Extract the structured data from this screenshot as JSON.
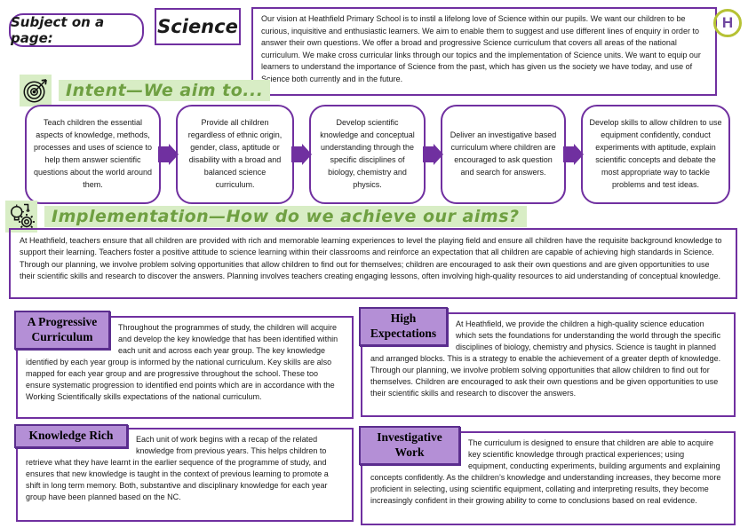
{
  "colors": {
    "border_purple": "#7030a0",
    "label_fill_purple": "#b48fd6",
    "label_border_purple": "#5b2d8e",
    "heading_green": "#6fa042",
    "highlight_green": "#d8edc5",
    "logo_ring_olive": "#b6c235"
  },
  "icons": {
    "intent": "target-icon",
    "implementation": "lightbulb-gear-icon"
  },
  "header": {
    "subject_label": "Subject on a page:",
    "subject_name": "Science",
    "logo_letter": "H",
    "vision": "Our vision at Heathfield Primary School is to instil a lifelong love of Science within our pupils.  We want our children to be curious, inquisitive and enthusiastic learners.   We aim to enable them to suggest and use different lines of enquiry in order to answer their own questions. We offer a broad and progressive Science curriculum that covers all areas of the national curriculum.  We make cross curricular links through our topics and the implementation of Science units.  We want to equip our learners to understand the importance of Science from the past, which has given us the society we have today, and use of Science both currently and in the future."
  },
  "intent": {
    "heading": "Intent—We aim to...",
    "aims": [
      "Teach children the essential aspects of knowledge, methods, processes and uses of science to help them answer scientific questions about the world around them.",
      "Provide all children regardless of ethnic origin, gender, class, aptitude or disability with a broad and balanced science curriculum.",
      "Develop scientific knowledge and conceptual understanding through the specific disciplines of biology, chemistry and physics.",
      "Deliver an investigative based curriculum where children are encouraged to ask question and search for answers.",
      "Develop skills to allow children to use equipment confidently, conduct experiments with aptitude, explain scientific concepts and debate the most appropriate way to tackle problems and  test ideas."
    ]
  },
  "implementation": {
    "heading": "Implementation—How do we achieve our aims?",
    "overview": "At Heathfield, teachers ensure that all children are provided with rich and memorable learning experiences to level the playing field and ensure all children have the requisite background knowledge to support their learning.  Teachers foster a positive attitude to science learning within their classrooms and reinforce an expectation that all children are capable of achieving high standards in Science. Through our planning, we involve problem solving opportunities that allow children to find out for themselves; children are encouraged to ask their own questions and are given opportunities to use their scientific skills and research to discover the answers. Planning involves teachers creating engaging lessons, often involving high-quality resources to aid understanding of conceptual knowledge.",
    "sections": [
      {
        "title": "A Progressive Curriculum",
        "text": "Throughout the programmes of study, the children will acquire and develop the key knowledge that has been identified within each unit and across each year group. The key knowledge identified by each year group is informed by the national curriculum.  Key skills are also mapped for each year group and are progressive throughout the school. These too ensure systematic progression to identified end points which are in accordance with the Working Scientifically skills expectations of the national curriculum."
      },
      {
        "title": "High Expectations",
        "text": "At Heathfield, we provide the children a high-quality science education which sets the foundations for understanding the world through the specific disciplines of biology, chemistry and physics. Science is taught in planned and arranged blocks. This is a strategy to enable the achievement of a greater depth of knowledge.  Through our planning, we involve problem solving opportunities that allow children to find out for themselves. Children are encouraged to ask their own questions and be given opportunities to use their scientific skills and research to discover the answers."
      },
      {
        "title": "Knowledge Rich",
        "text": "Each unit of work begins with a recap of the related knowledge from previous years. This helps children to retrieve what they have learnt in the earlier sequence of the programme of study, and ensures that new knowledge is taught in the context of previous learning to promote a shift in long term memory.  Both, substantive and disciplinary knowledge for each year group have been planned based on the NC."
      },
      {
        "title": "Investigative Work",
        "text": "The curriculum is designed to ensure that children are able to acquire key scientific knowledge through practical experiences; using equipment, conducting experiments, building arguments and explaining concepts confidently.  As the children’s knowledge and understanding increases, they become more proficient in selecting, using scientific equipment, collating and interpreting results, they become increasingly confident in their growing ability to come to conclusions based on real evidence."
      }
    ]
  }
}
